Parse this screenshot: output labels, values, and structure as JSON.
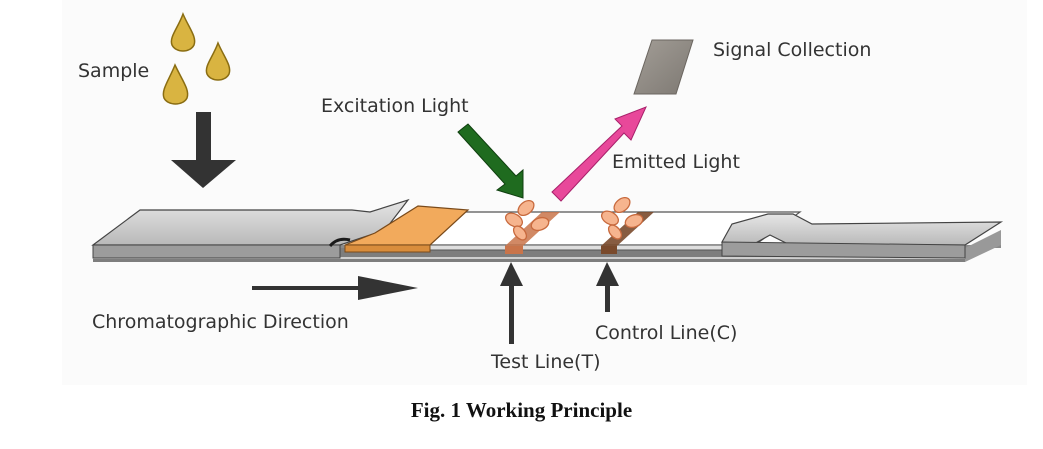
{
  "labels": {
    "sample": "Sample",
    "excitation_light": "Excitation Light",
    "signal_collection": "Signal Collection",
    "emitted_light": "Emitted Light",
    "chromatographic_direction": "Chromatographic Direction",
    "test_line": "Test Line(T)",
    "control_line": "Control Line(C)"
  },
  "caption": "Fig. 1 Working Principle",
  "colors": {
    "excitation_arrow": "#1f6b1f",
    "emission_arrow": "#e8489a",
    "sample_drop": "#d9b441",
    "conjugate_pad": "#f2aa5c",
    "test_line": "#c9744a",
    "control_line": "#7a4a2c",
    "detector": "#8f8a83"
  }
}
